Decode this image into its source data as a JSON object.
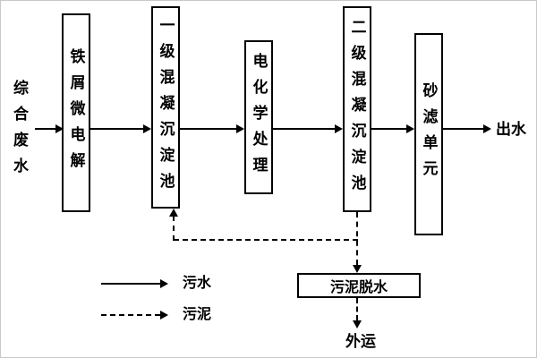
{
  "diagram": {
    "input_label": "综合废水",
    "output_label": "出水",
    "process_boxes": [
      {
        "label": "铁屑微电解"
      },
      {
        "label": "一级混凝沉淀池"
      },
      {
        "label": "电化学处理"
      },
      {
        "label": "二级混凝沉淀池"
      },
      {
        "label": "砂滤单元"
      }
    ],
    "sludge_box_label": "污泥脱水",
    "transport_label": "外运",
    "legend": {
      "solid_label": "污水",
      "dashed_label": "污泥"
    },
    "colors": {
      "line": "#000000",
      "background": "#ffffff"
    }
  }
}
